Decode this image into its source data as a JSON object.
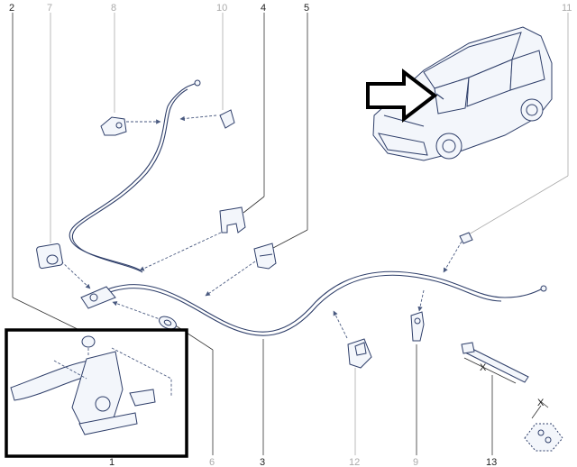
{
  "labels": {
    "l1": "1",
    "l2": "2",
    "l3": "3",
    "l4": "4",
    "l5": "5",
    "l6": "6",
    "l7": "7",
    "l8": "8",
    "l9": "9",
    "l10": "10",
    "l11": "11",
    "l12": "12",
    "l13": "13"
  },
  "annotations": {
    "clip_dimension": "X",
    "tie_dimension": "X"
  },
  "colors": {
    "line": "#2f3f6a",
    "part_fill": "#f3f6fb",
    "grey_label": "#aaaaaa",
    "inset_border": "#000000"
  },
  "icons": {
    "pointer": "right-arrow-icon"
  }
}
